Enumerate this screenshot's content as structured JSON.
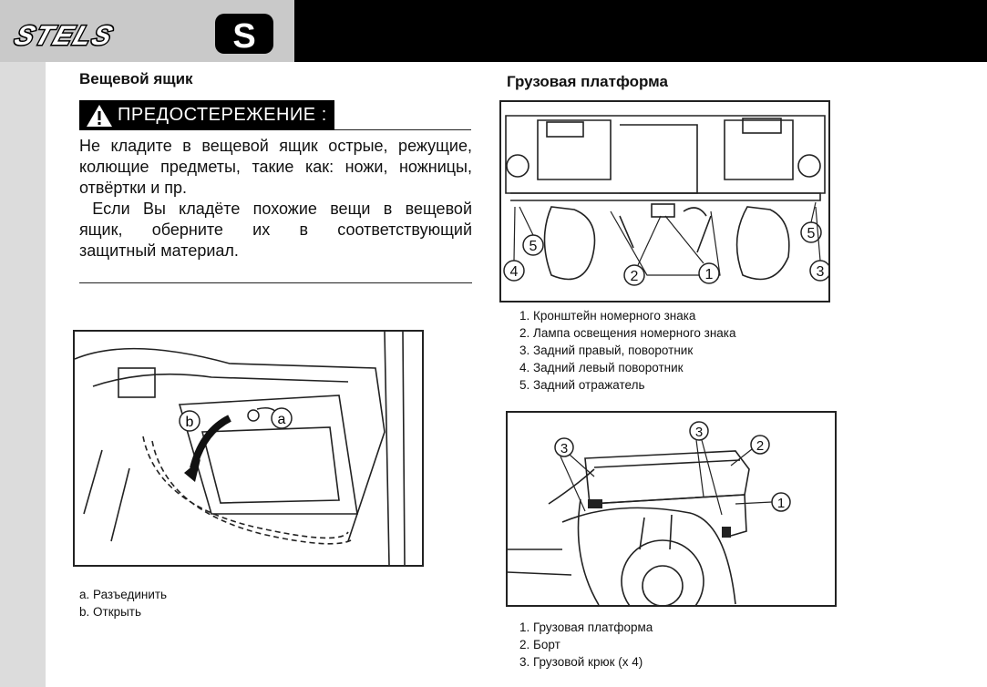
{
  "brand": {
    "logo_text": "STELS",
    "logo_letter": "S"
  },
  "left": {
    "heading": "Вещевой ящик",
    "warning_label": "ПРЕДОСТЕРЕЖЕНИЕ :",
    "para1": [
      "Не кладите в вещевой ящик острые, режущие,",
      "колющие предметы, такие как: ножи, ножницы,",
      "отвёртки и пр."
    ],
    "para2": [
      " Если Вы кладёте похожие вещи в вещевой",
      "ящик, оберните их в соответствующий",
      "защитный материал."
    ],
    "figure_labels": [
      "a",
      "b"
    ],
    "captions": [
      "a. Разъединить",
      "b. Открыть"
    ]
  },
  "right": {
    "heading": "Грузовая платформа",
    "figure1_labels": [
      "5",
      "5",
      "4",
      "2",
      "1",
      "3"
    ],
    "captions1": [
      "1. Кронштейн номерного знака",
      "2. Лампа освещения номерного знака",
      "3. Задний правый, поворотник",
      "4. Задний левый поворотник",
      "5. Задний отражатель"
    ],
    "figure2_labels": [
      "3",
      "3",
      "2",
      "1"
    ],
    "captions2": [
      "1. Грузовая платформа",
      "2. Борт",
      "3. Грузовой крюк (x 4)"
    ]
  }
}
